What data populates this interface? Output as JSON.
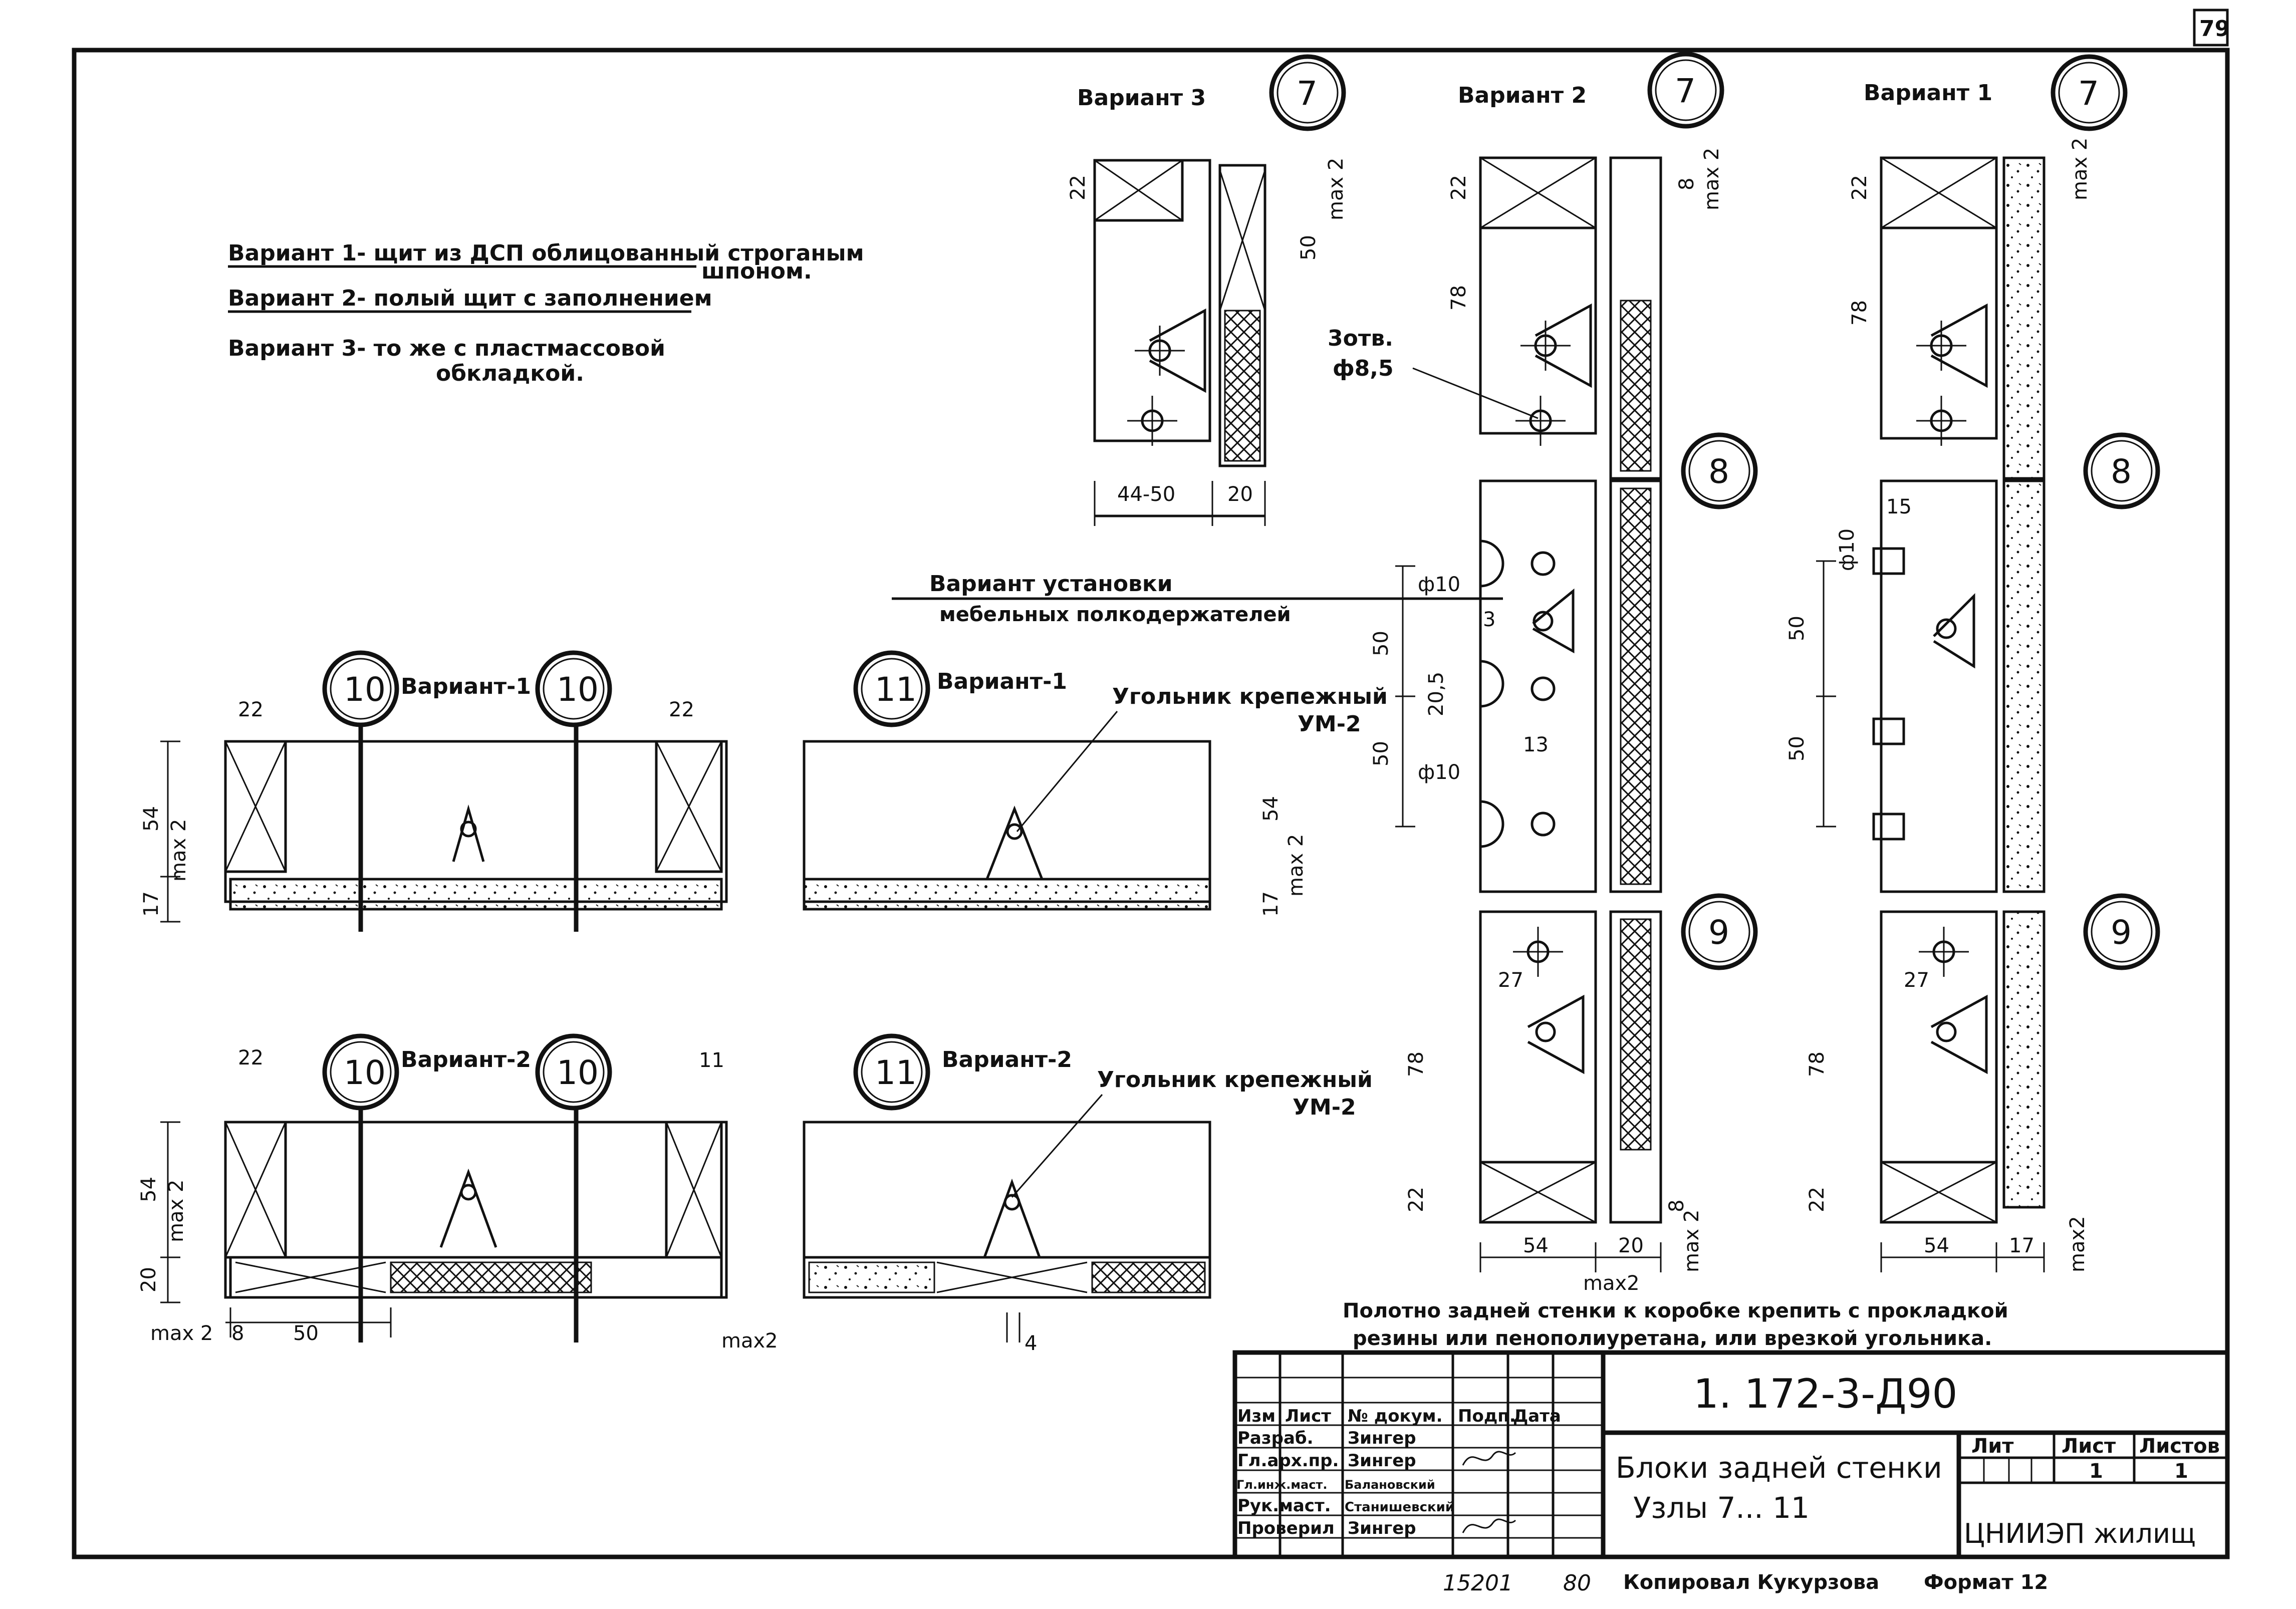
{
  "sheet_number": "79",
  "legend": {
    "v1_line1": "Вариант 1- щит из ДСП облицованный строганым",
    "v1_line2": "шпоном.",
    "v2": "Вариант 2- полый щит с заполнением",
    "v3_line1": "Вариант 3- то же с пластмассовой",
    "v3_line2": "обкладкой."
  },
  "variant_titles": {
    "v3": "Вариант 3",
    "v2": "Вариант 2",
    "v1": "Вариант 1",
    "v1_dash": "Вариант-1",
    "v2_dash": "Вариант-2"
  },
  "nodes": {
    "n7": "7",
    "n8": "8",
    "n9": "9",
    "n10": "10",
    "n11": "11"
  },
  "annotations": {
    "holes_line1": "3отв.",
    "holes_line2": "ф8,5",
    "shelf_line1": "Вариант установки",
    "shelf_line2": "мебельных полкодержателей",
    "bracket_line1": "Угольник крепежный",
    "bracket_line2": "УМ-2",
    "bottom_line1": "Полотно задней стенки к коробке крепить с прокладкой",
    "bottom_line2": "резины или пенополиуретана, или врезкой угольника."
  },
  "dims": {
    "d22": "22",
    "d50": "50",
    "d78": "78",
    "d20": "20",
    "d54": "54",
    "d17": "17",
    "d15": "15",
    "d27": "27",
    "d13": "13",
    "d3": "3",
    "d8": "8",
    "d11": "11",
    "d4": "4",
    "d4450": "44-50",
    "d205": "20,5",
    "phi10": "ф10",
    "max2": "max 2",
    "max2b": "max2"
  },
  "title_block": {
    "doc_code": "1. 172-3-Д90",
    "title_line1": "Блоки задней стенки",
    "title_line2": "Узлы 7... 11",
    "org": "ЦНИИЭП жилищ",
    "headers": [
      "Изм",
      "Лист",
      "№ докум.",
      "Подп.",
      "Дата"
    ],
    "roles": [
      {
        "role": "Разраб.",
        "name": "Зингер"
      },
      {
        "role": "Гл.арх.пр.",
        "name": "Зингер"
      },
      {
        "role": "Гл.инж.маст.",
        "name": "Балановский"
      },
      {
        "role": "Рук.маст.",
        "name": "Станишевский"
      },
      {
        "role": "Проверил",
        "name": "Зингер"
      }
    ],
    "lit": "Лит",
    "sheet": "Лист",
    "sheets": "Листов",
    "sheet_val": "1",
    "sheets_val": "1"
  },
  "footer": {
    "inv": "15201",
    "code": "80",
    "copied": "Копировал Кукурзова",
    "format": "Формат 12"
  }
}
